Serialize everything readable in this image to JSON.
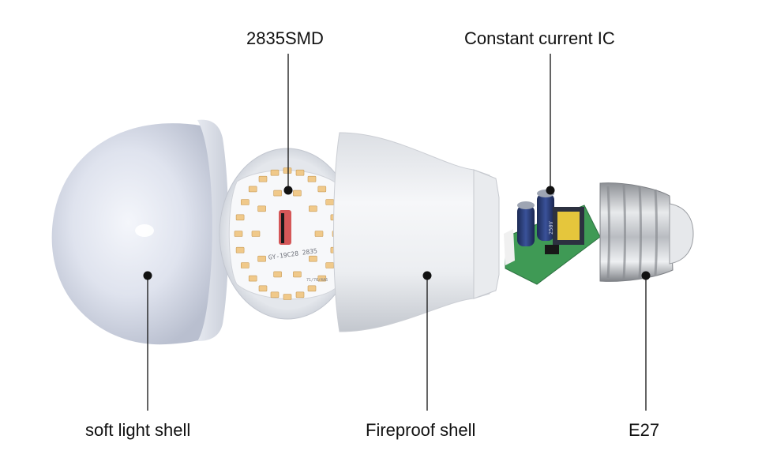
{
  "callouts": {
    "smd": "2835SMD",
    "ic": "Constant current IC",
    "soft_shell": "soft light shell",
    "fireproof_shell": "Fireproof shell",
    "base": "E27"
  },
  "pcb_print": {
    "model": "GY-19C28  2835",
    "code": "71/76/4A6"
  },
  "capacitor_print": "250V"
}
